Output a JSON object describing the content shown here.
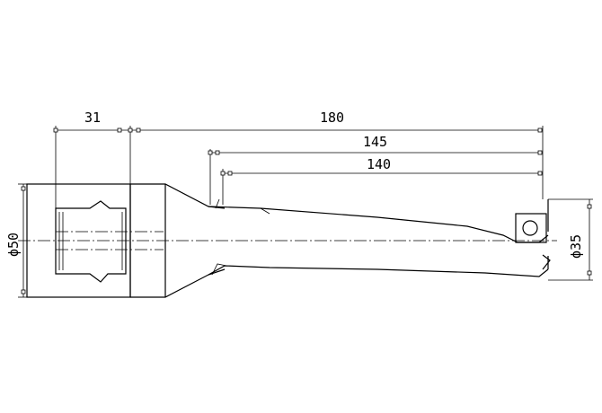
{
  "dimensions": {
    "flange_length": "31",
    "overall_length": "180",
    "length_145": "145",
    "length_140": "140",
    "shank_diameter": "ϕ50",
    "drill_diameter": "ϕ35"
  }
}
